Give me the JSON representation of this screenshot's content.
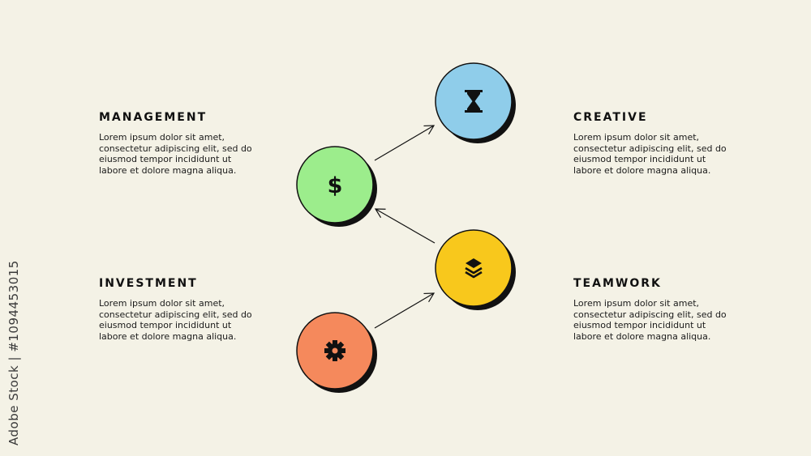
{
  "blocks": {
    "management": {
      "title": "MANAGEMENT",
      "text": "Lorem ipsum dolor sit amet, consectetur adipiscing elit, sed do eiusmod tempor incididunt ut labore et dolore magna aliqua."
    },
    "creative": {
      "title": "CREATIVE",
      "text": "Lorem ipsum dolor sit amet, consectetur adipiscing elit, sed do eiusmod tempor incididunt ut labore et dolore magna aliqua."
    },
    "investment": {
      "title": "INVESTMENT",
      "text": "Lorem ipsum dolor sit amet, consectetur adipiscing elit, sed do eiusmod tempor incididunt ut labore et dolore magna aliqua."
    },
    "teamwork": {
      "title": "TEAMWORK",
      "text": "Lorem ipsum dolor sit amet, consectetur adipiscing elit, sed do eiusmod tempor incididunt ut labore et dolore magna aliqua."
    }
  },
  "nodes": {
    "creative": {
      "color": "#8fcdea",
      "icon": "hourglass-icon"
    },
    "management": {
      "color": "#9ced8c",
      "icon": "dollar-icon",
      "glyph": "$"
    },
    "teamwork": {
      "color": "#f8c81c",
      "icon": "layers-icon"
    },
    "investment": {
      "color": "#f5895c",
      "icon": "gear-icon"
    }
  },
  "watermark": "Adobe Stock | #1094453015"
}
